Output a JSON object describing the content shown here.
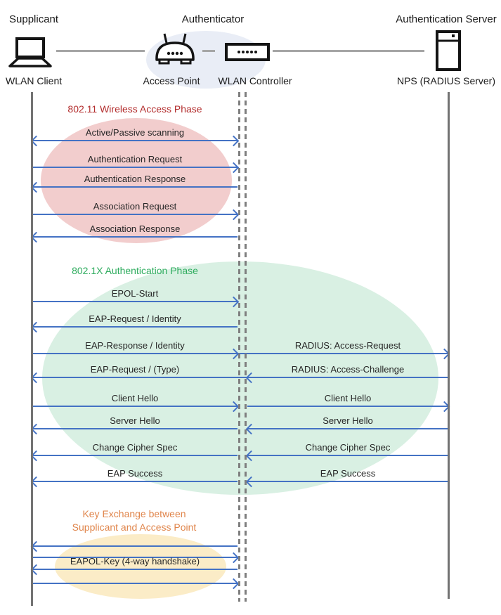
{
  "actors": {
    "supplicant": {
      "role": "Supplicant",
      "device": "WLAN Client",
      "icon": "laptop-icon"
    },
    "authenticator": {
      "role": "Authenticator",
      "devices": [
        "Access Point",
        "WLAN Controller"
      ],
      "icons": [
        "wireless-router-icon",
        "controller-box-icon"
      ]
    },
    "authentication_server": {
      "role": "Authentication Server",
      "device": "NPS (RADIUS Server)",
      "icon": "server-tower-icon"
    }
  },
  "phases": [
    {
      "title": "802.11 Wireless Access Phase",
      "title_color": "#B32E2E",
      "ellipse_color": "#F2CDCD"
    },
    {
      "title": "802.1X Authentication Phase",
      "title_color": "#2EAC5E",
      "ellipse_color": "#D9F0E3"
    },
    {
      "title": "Key Exchange between Supplicant and Access Point",
      "title_color": "#E0854B",
      "ellipse_color": "#FBECC7"
    }
  ],
  "colors": {
    "arrow": "#4472C4",
    "lifeline": "#737373",
    "top_connector": "#A6A6A6",
    "authenticator_highlight": "#E9EDF6"
  },
  "messages": [
    {
      "label": "Active/Passive scanning",
      "from": "WLAN Client",
      "to": "WLAN Controller",
      "direction": "bidirectional",
      "phase": 0
    },
    {
      "label": "Authentication Request",
      "from": "WLAN Client",
      "to": "WLAN Controller",
      "direction": "right",
      "phase": 0
    },
    {
      "label": "Authentication Response",
      "from": "WLAN Controller",
      "to": "WLAN Client",
      "direction": "left",
      "phase": 0
    },
    {
      "label": "Association Request",
      "from": "WLAN Client",
      "to": "WLAN Controller",
      "direction": "right",
      "phase": 0
    },
    {
      "label": "Association Response",
      "from": "WLAN Controller",
      "to": "WLAN Client",
      "direction": "left",
      "phase": 0
    },
    {
      "label": "EPOL-Start",
      "from": "WLAN Client",
      "to": "WLAN Controller",
      "direction": "right",
      "phase": 1
    },
    {
      "label": "EAP-Request / Identity",
      "from": "WLAN Controller",
      "to": "WLAN Client",
      "direction": "left",
      "phase": 1
    },
    {
      "label": "EAP-Response / Identity",
      "from": "WLAN Client",
      "to": "WLAN Controller",
      "direction": "right",
      "phase": 1
    },
    {
      "label": "EAP-Request / (Type)",
      "from": "WLAN Controller",
      "to": "WLAN Client",
      "direction": "left",
      "phase": 1
    },
    {
      "label": "Client Hello",
      "from": "WLAN Client",
      "to": "WLAN Controller",
      "direction": "right",
      "phase": 1
    },
    {
      "label": "Server Hello",
      "from": "WLAN Controller",
      "to": "WLAN Client",
      "direction": "left",
      "phase": 1
    },
    {
      "label": "Change Cipher Spec",
      "from": "WLAN Controller",
      "to": "WLAN Client",
      "direction": "left",
      "phase": 1
    },
    {
      "label": "EAP Success",
      "from": "WLAN Controller",
      "to": "WLAN Client",
      "direction": "left",
      "phase": 1
    },
    {
      "label": "RADIUS: Access-Request",
      "from": "WLAN Controller",
      "to": "NPS (RADIUS Server)",
      "direction": "right",
      "phase": 1
    },
    {
      "label": "RADIUS: Access-Challenge",
      "from": "NPS (RADIUS Server)",
      "to": "WLAN Controller",
      "direction": "left",
      "phase": 1
    },
    {
      "label": "Client Hello",
      "from": "WLAN Controller",
      "to": "NPS (RADIUS Server)",
      "direction": "right",
      "phase": 1
    },
    {
      "label": "Server Hello",
      "from": "NPS (RADIUS Server)",
      "to": "WLAN Controller",
      "direction": "left",
      "phase": 1
    },
    {
      "label": "Change Cipher Spec",
      "from": "NPS (RADIUS Server)",
      "to": "WLAN Controller",
      "direction": "left",
      "phase": 1
    },
    {
      "label": "EAP Success",
      "from": "NPS (RADIUS Server)",
      "to": "WLAN Controller",
      "direction": "left",
      "phase": 1
    },
    {
      "label": "",
      "from": "WLAN Controller",
      "to": "WLAN Client",
      "direction": "left",
      "phase": 2
    },
    {
      "label": "",
      "from": "WLAN Client",
      "to": "WLAN Controller",
      "direction": "right",
      "phase": 2
    },
    {
      "label": "EAPOL-Key (4-way handshake)",
      "from": "WLAN Controller",
      "to": "WLAN Client",
      "direction": "left",
      "phase": 2
    },
    {
      "label": "",
      "from": "WLAN Client",
      "to": "WLAN Controller",
      "direction": "right",
      "phase": 2
    }
  ]
}
